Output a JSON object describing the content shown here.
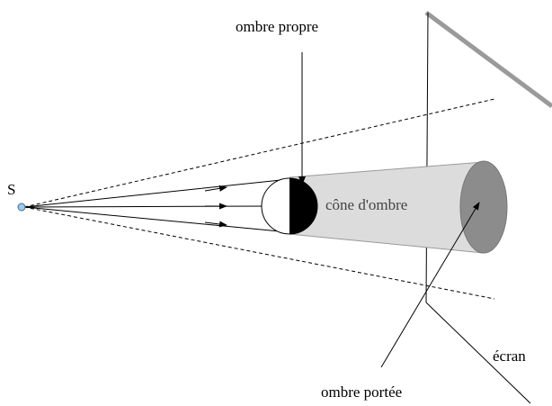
{
  "labels": {
    "source": "S",
    "self_shadow": "ombre propre",
    "shadow_cone": "cône d'ombre",
    "screen": "écran",
    "cast_shadow": "ombre portée"
  },
  "colors": {
    "background": "#ffffff",
    "cone_fill": "#dcdcdc",
    "cone_outline": "#9a9a9a",
    "cast_shadow_fill": "#8c8c8c",
    "screen_edge": "#9a9a9a",
    "ray": "#000000",
    "cone_label": "#444444",
    "source_point": "#9fc8e6"
  }
}
